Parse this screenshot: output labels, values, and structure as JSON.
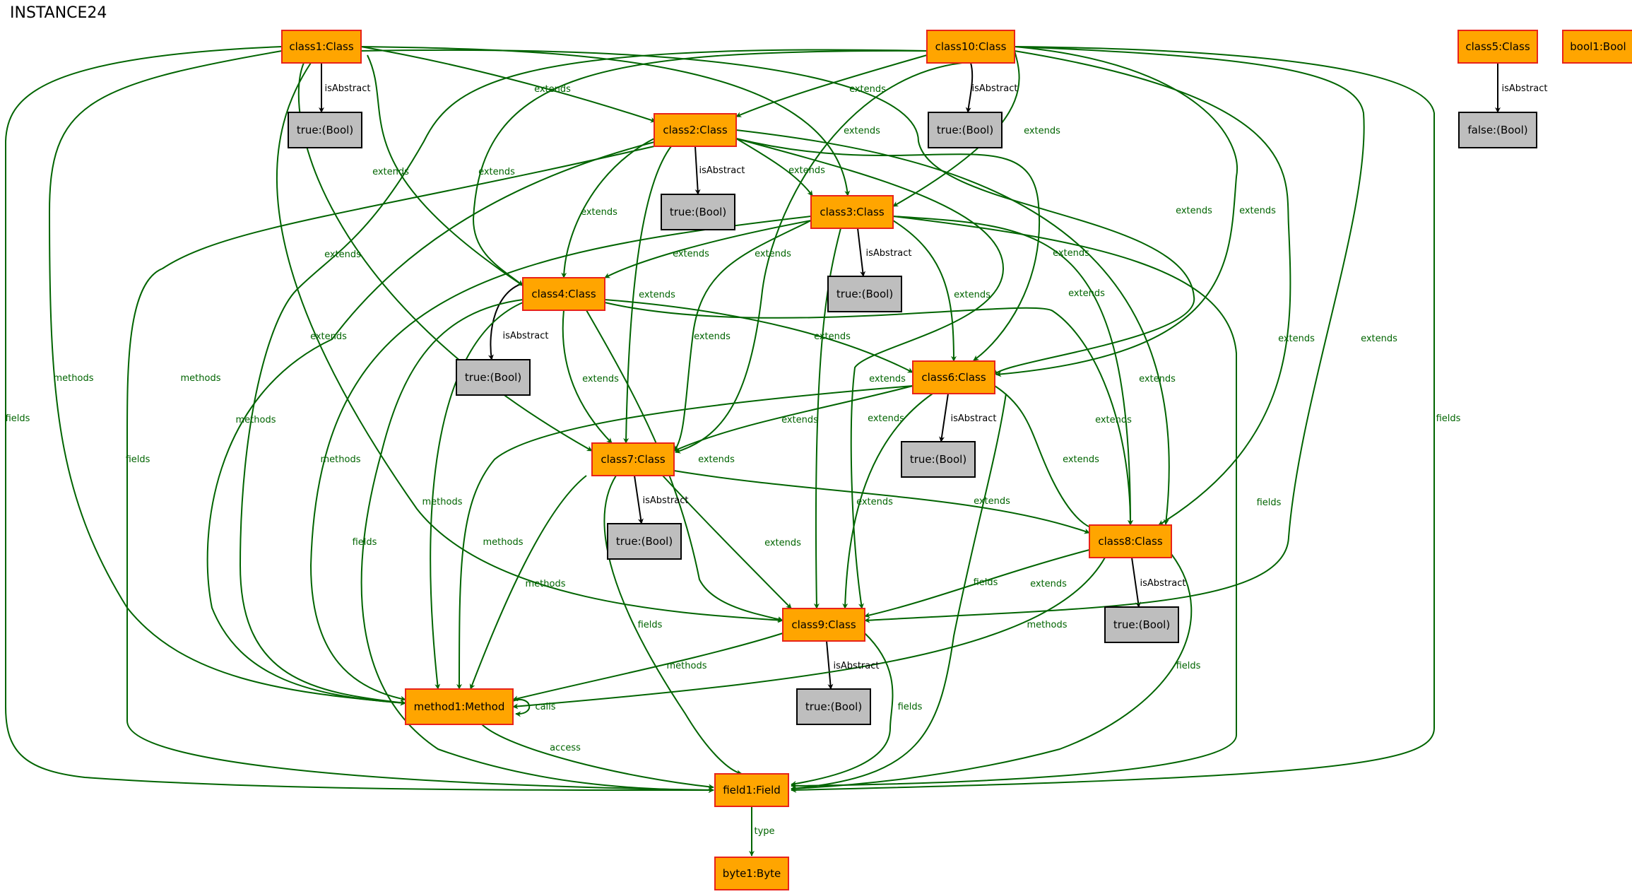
{
  "title": "INSTANCE24",
  "colors": {
    "class_fill": "#FFA500",
    "class_stroke": "#E8231A",
    "bool_fill": "#BEBEBE",
    "bool_stroke": "#000000",
    "edge_green": "#006400",
    "edge_black": "#000000"
  },
  "nodes": [
    {
      "id": "class1",
      "label": "class1:Class",
      "kind": "class"
    },
    {
      "id": "class10",
      "label": "class10:Class",
      "kind": "class"
    },
    {
      "id": "class5",
      "label": "class5:Class",
      "kind": "class"
    },
    {
      "id": "bool1",
      "label": "bool1:Bool",
      "kind": "class"
    },
    {
      "id": "t1",
      "label": "true:(Bool)",
      "kind": "bool"
    },
    {
      "id": "t10",
      "label": "true:(Bool)",
      "kind": "bool"
    },
    {
      "id": "f5",
      "label": "false:(Bool)",
      "kind": "bool"
    },
    {
      "id": "class2",
      "label": "class2:Class",
      "kind": "class"
    },
    {
      "id": "t2",
      "label": "true:(Bool)",
      "kind": "bool"
    },
    {
      "id": "class3",
      "label": "class3:Class",
      "kind": "class"
    },
    {
      "id": "t3",
      "label": "true:(Bool)",
      "kind": "bool"
    },
    {
      "id": "class4",
      "label": "class4:Class",
      "kind": "class"
    },
    {
      "id": "t4",
      "label": "true:(Bool)",
      "kind": "bool"
    },
    {
      "id": "class6",
      "label": "class6:Class",
      "kind": "class"
    },
    {
      "id": "t6",
      "label": "true:(Bool)",
      "kind": "bool"
    },
    {
      "id": "class7",
      "label": "class7:Class",
      "kind": "class"
    },
    {
      "id": "t7",
      "label": "true:(Bool)",
      "kind": "bool"
    },
    {
      "id": "class8",
      "label": "class8:Class",
      "kind": "class"
    },
    {
      "id": "t8",
      "label": "true:(Bool)",
      "kind": "bool"
    },
    {
      "id": "class9",
      "label": "class9:Class",
      "kind": "class"
    },
    {
      "id": "t9",
      "label": "true:(Bool)",
      "kind": "bool"
    },
    {
      "id": "method1",
      "label": "method1:Method",
      "kind": "class"
    },
    {
      "id": "field1",
      "label": "field1:Field",
      "kind": "class"
    },
    {
      "id": "byte1",
      "label": "byte1:Byte",
      "kind": "class"
    }
  ],
  "edges": [
    {
      "from": "class1",
      "to": "t1",
      "label": "isAbstract"
    },
    {
      "from": "class10",
      "to": "t10",
      "label": "isAbstract"
    },
    {
      "from": "class5",
      "to": "f5",
      "label": "isAbstract"
    },
    {
      "from": "class2",
      "to": "t2",
      "label": "isAbstract"
    },
    {
      "from": "class3",
      "to": "t3",
      "label": "isAbstract"
    },
    {
      "from": "class4",
      "to": "t4",
      "label": "isAbstract"
    },
    {
      "from": "class6",
      "to": "t6",
      "label": "isAbstract"
    },
    {
      "from": "class7",
      "to": "t7",
      "label": "isAbstract"
    },
    {
      "from": "class8",
      "to": "t8",
      "label": "isAbstract"
    },
    {
      "from": "class9",
      "to": "t9",
      "label": "isAbstract"
    },
    {
      "from": "class1",
      "to": "class2",
      "label": "extends"
    },
    {
      "from": "class1",
      "to": "class3",
      "label": "extends"
    },
    {
      "from": "class1",
      "to": "class4",
      "label": "extends"
    },
    {
      "from": "class1",
      "to": "class6",
      "label": "extends"
    },
    {
      "from": "class1",
      "to": "class7",
      "label": "extends"
    },
    {
      "from": "class1",
      "to": "class9",
      "label": "extends"
    },
    {
      "from": "class1",
      "to": "method1",
      "label": "methods"
    },
    {
      "from": "class1",
      "to": "field1",
      "label": "fields"
    },
    {
      "from": "class10",
      "to": "class2",
      "label": "extends"
    },
    {
      "from": "class10",
      "to": "class3",
      "label": "extends"
    },
    {
      "from": "class10",
      "to": "class4",
      "label": "extends"
    },
    {
      "from": "class10",
      "to": "class6",
      "label": "extends"
    },
    {
      "from": "class10",
      "to": "class7",
      "label": "extends"
    },
    {
      "from": "class10",
      "to": "class8",
      "label": "extends"
    },
    {
      "from": "class10",
      "to": "class9",
      "label": "extends"
    },
    {
      "from": "class10",
      "to": "method1",
      "label": "methods"
    },
    {
      "from": "class10",
      "to": "field1",
      "label": "fields"
    },
    {
      "from": "class2",
      "to": "class3",
      "label": "extends"
    },
    {
      "from": "class2",
      "to": "class4",
      "label": "extends"
    },
    {
      "from": "class2",
      "to": "class6",
      "label": "extends"
    },
    {
      "from": "class2",
      "to": "class7",
      "label": "extends"
    },
    {
      "from": "class2",
      "to": "class8",
      "label": "extends"
    },
    {
      "from": "class2",
      "to": "class9",
      "label": "extends"
    },
    {
      "from": "class2",
      "to": "method1",
      "label": "methods"
    },
    {
      "from": "class2",
      "to": "field1",
      "label": "fields"
    },
    {
      "from": "class3",
      "to": "class4",
      "label": "extends"
    },
    {
      "from": "class3",
      "to": "class6",
      "label": "extends"
    },
    {
      "from": "class3",
      "to": "class7",
      "label": "extends"
    },
    {
      "from": "class3",
      "to": "class8",
      "label": "extends"
    },
    {
      "from": "class3",
      "to": "class9",
      "label": "extends"
    },
    {
      "from": "class3",
      "to": "method1",
      "label": "methods"
    },
    {
      "from": "class3",
      "to": "field1",
      "label": "fields"
    },
    {
      "from": "class4",
      "to": "class6",
      "label": "extends"
    },
    {
      "from": "class4",
      "to": "class7",
      "label": "extends"
    },
    {
      "from": "class4",
      "to": "class8",
      "label": "extends"
    },
    {
      "from": "class4",
      "to": "class9",
      "label": "extends"
    },
    {
      "from": "class4",
      "to": "method1",
      "label": "methods"
    },
    {
      "from": "class4",
      "to": "field1",
      "label": "fields"
    },
    {
      "from": "class6",
      "to": "class7",
      "label": "extends"
    },
    {
      "from": "class6",
      "to": "class8",
      "label": "extends"
    },
    {
      "from": "class6",
      "to": "class9",
      "label": "extends"
    },
    {
      "from": "class6",
      "to": "method1",
      "label": "methods"
    },
    {
      "from": "class6",
      "to": "field1",
      "label": "fields"
    },
    {
      "from": "class7",
      "to": "class8",
      "label": "extends"
    },
    {
      "from": "class7",
      "to": "class9",
      "label": "extends"
    },
    {
      "from": "class7",
      "to": "method1",
      "label": "methods"
    },
    {
      "from": "class7",
      "to": "field1",
      "label": "fields"
    },
    {
      "from": "class8",
      "to": "class9",
      "label": "extends"
    },
    {
      "from": "class8",
      "to": "method1",
      "label": "methods"
    },
    {
      "from": "class8",
      "to": "field1",
      "label": "fields"
    },
    {
      "from": "class9",
      "to": "method1",
      "label": "methods"
    },
    {
      "from": "class9",
      "to": "field1",
      "label": "fields"
    },
    {
      "from": "method1",
      "to": "method1",
      "label": "calls"
    },
    {
      "from": "method1",
      "to": "field1",
      "label": "access"
    },
    {
      "from": "field1",
      "to": "byte1",
      "label": "type"
    }
  ]
}
